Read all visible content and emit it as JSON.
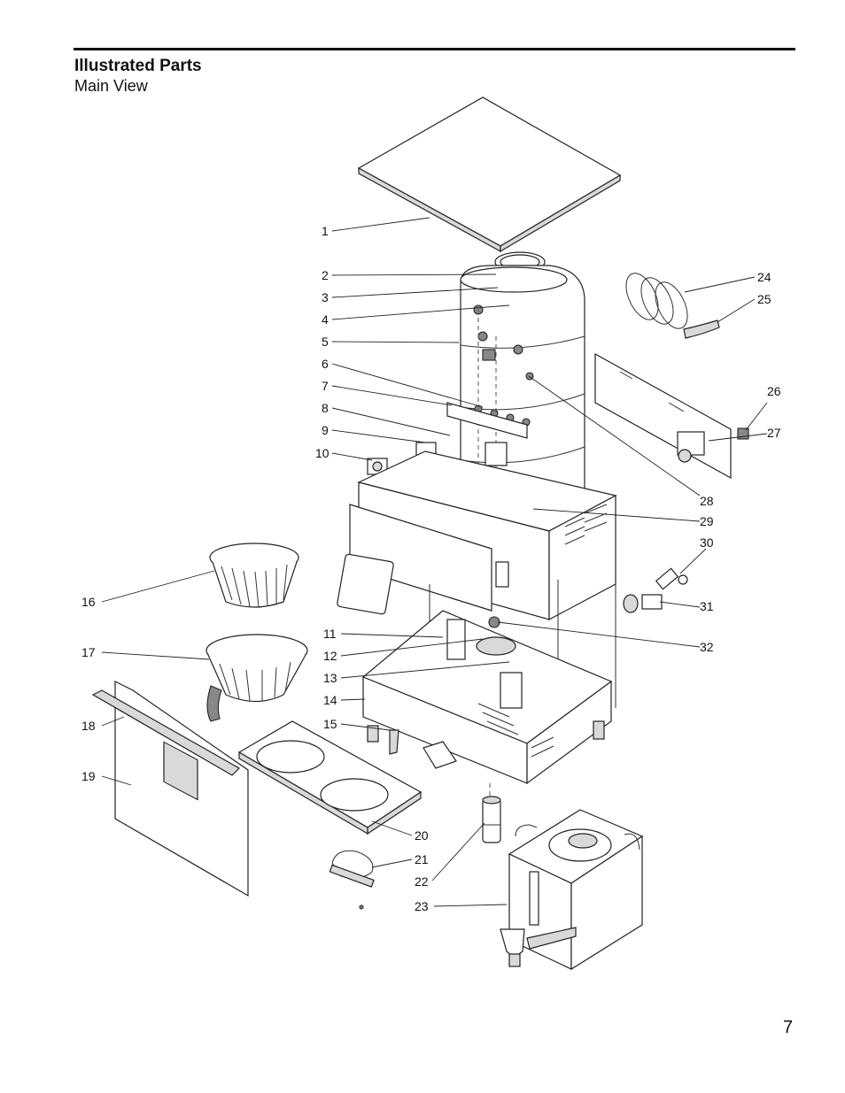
{
  "header": {
    "title": "Illustrated Parts",
    "subtitle": "Main View"
  },
  "callouts": [
    "1",
    "2",
    "3",
    "4",
    "5",
    "6",
    "7",
    "8",
    "9",
    "10",
    "11",
    "12",
    "13",
    "14",
    "15",
    "16",
    "17",
    "18",
    "19",
    "20",
    "21",
    "22",
    "23",
    "24",
    "25",
    "26",
    "27",
    "28",
    "29",
    "30",
    "31",
    "32"
  ],
  "footer": {
    "page_number": "7"
  }
}
